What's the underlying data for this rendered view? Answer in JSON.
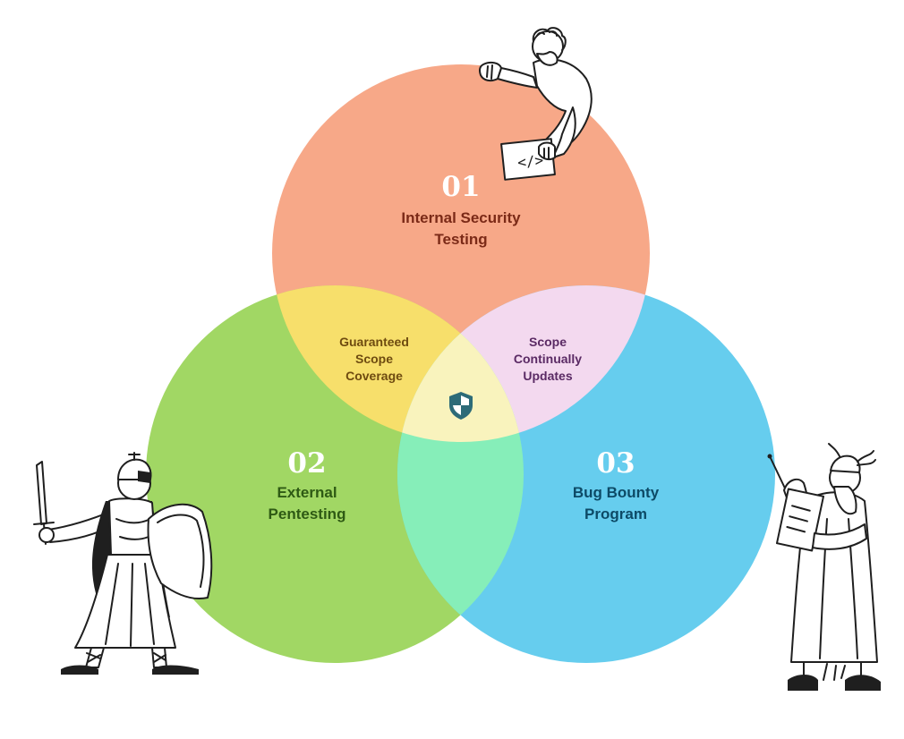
{
  "colors": {
    "internal": "#f7a888",
    "external": "#a1d764",
    "bounty": "#66cdee",
    "internal_external_overlap": "#f7df6b",
    "internal_bounty_overlap": "#f3d9ef",
    "external_bounty_overlap": "#86eeb9",
    "center_overlap": "#f9f3bd",
    "label_internal": "#7b2a17",
    "label_external": "#2e5a14",
    "label_bounty": "#0d4a66",
    "label_overlap_ie": "#6e4b10",
    "label_overlap_ib": "#5a2a64",
    "shield": "#2d6b78"
  },
  "circles": [
    {
      "id": "internal",
      "number": "01",
      "label_lines": [
        "Internal Security",
        "Testing"
      ]
    },
    {
      "id": "external",
      "number": "02",
      "label_lines": [
        "External",
        "Pentesting"
      ]
    },
    {
      "id": "bounty",
      "number": "03",
      "label_lines": [
        "Bug Bounty",
        "Program"
      ]
    }
  ],
  "overlaps": {
    "internal_external": [
      "Guaranteed",
      "Scope",
      "Coverage"
    ],
    "internal_bounty": [
      "Scope",
      "Continually",
      "Updates"
    ]
  },
  "icons": {
    "center": "shield-icon",
    "top_figure": "scholar-with-code-sign-illustration",
    "left_figure": "warrior-with-sword-and-shield-illustration",
    "right_figure": "wizard-with-wand-and-clipboard-illustration"
  }
}
